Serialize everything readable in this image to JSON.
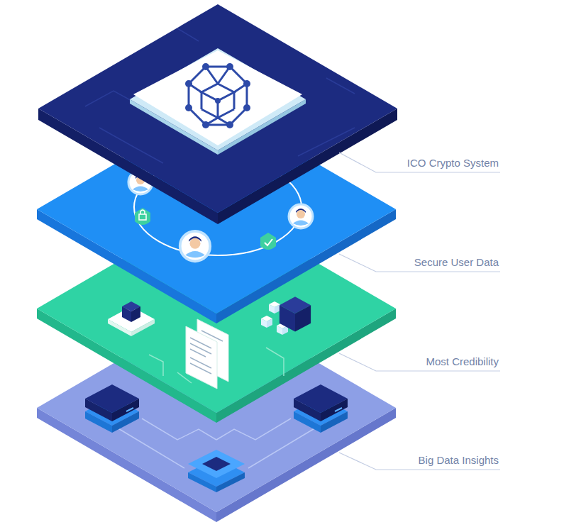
{
  "diagram": {
    "labels": [
      "ICO Crypto System",
      "Secure User Data",
      "Most Credibility",
      "Big Data Insights"
    ]
  }
}
